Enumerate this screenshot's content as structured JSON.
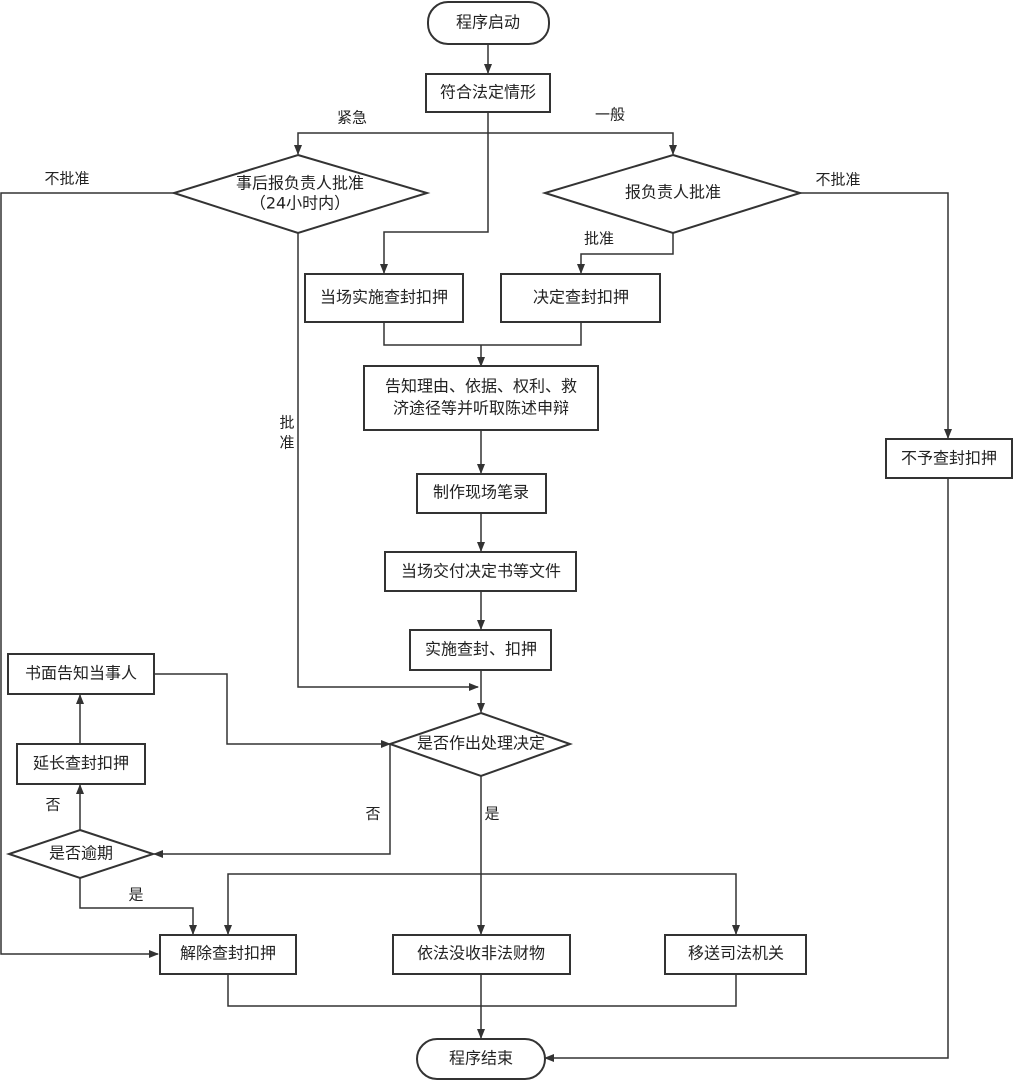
{
  "nodes": {
    "start": "程序启动",
    "legal": "符合法定情形",
    "urgent_approval_line1": "事后报负责人批准",
    "urgent_approval_line2": "（24小时内）",
    "normal_approval": "报负责人批准",
    "onsite_seize": "当场实施查封扣押",
    "decide_seize": "决定查封扣押",
    "notify_line1": "告知理由、依据、权利、救",
    "notify_line2": "济途径等并听取陈述申辩",
    "record": "制作现场笔录",
    "deliver": "当场交付决定书等文件",
    "implement": "实施查封、扣押",
    "written_notice": "书面告知当事人",
    "extend": "延长查封扣押",
    "decision": "是否作出处理决定",
    "overdue": "是否逾期",
    "release": "解除查封扣押",
    "confiscate": "依法没收非法财物",
    "transfer": "移送司法机关",
    "no_seize": "不予查封扣押",
    "end": "程序结束"
  },
  "edge_labels": {
    "urgent": "紧急",
    "normal": "一般",
    "reject_left": "不批准",
    "reject_right": "不批准",
    "approve_right": "批准",
    "approve_left_1": "批",
    "approve_left_2": "准",
    "no_decision": "否",
    "no_overdue": "否",
    "yes_overdue": "是",
    "yes_decision": "是"
  }
}
